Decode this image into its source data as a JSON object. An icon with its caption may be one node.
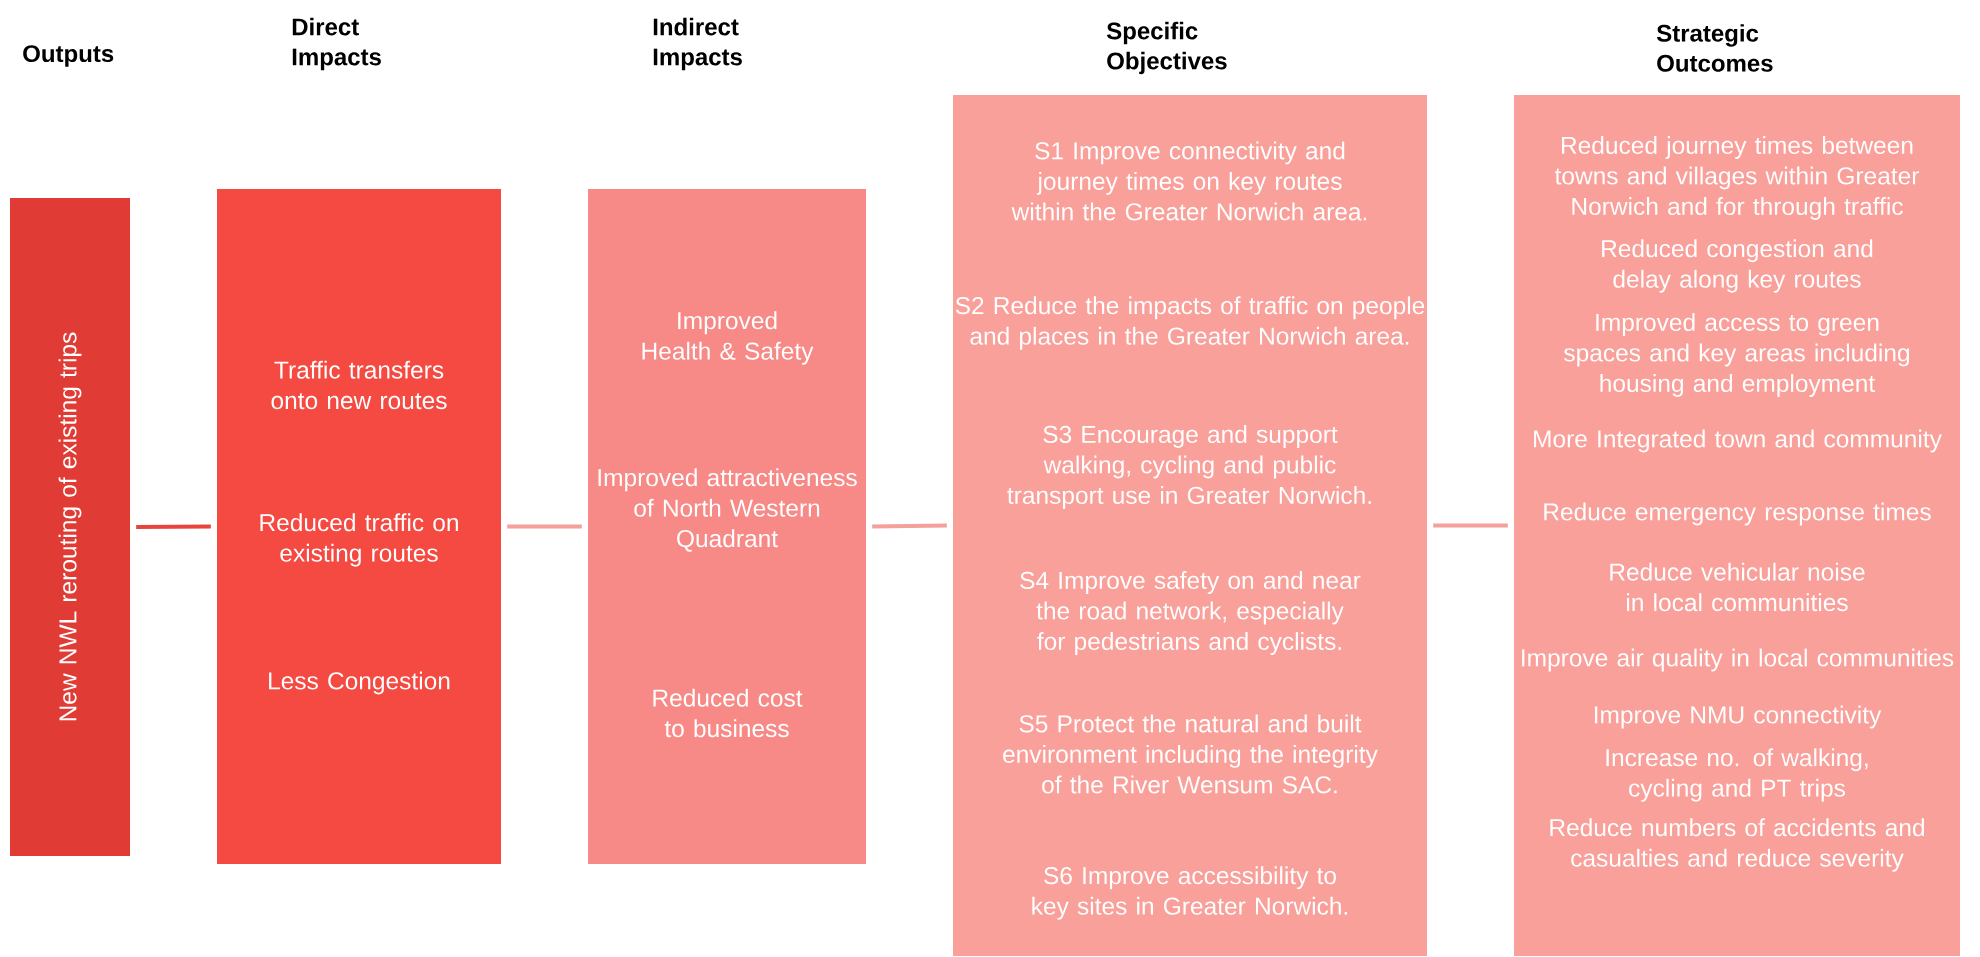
{
  "diagram": {
    "nodes": [
      {
        "text": [
          "New NWL rerouting of existing trips"
        ]
      },
      {
        "text": [
          "Traffic transfers onto new routes",
          "Reduced traffic on existing routes",
          "Less Congestion"
        ]
      },
      {
        "text": [
          "Improved Health & Safety",
          "Improved attractiveness of North Western Quadrant",
          "Reduced cost to business"
        ]
      },
      {
        "text": [
          "S1 Improve connectivity and journey times on key routes within the Greater Norwich area.",
          "S2 Reduce the impacts of traffic on people and places in the Greater Norwich area.",
          "S3 Encourage and support walking, cycling and public transport use in Greater Norwich.",
          "S4 Improve safety on and near the road network, especially for pedestrians and cyclists.",
          "S5 Protect the natural and built environment including the integrity of the River Wensum SAC.",
          "S6 Improve accessibility to key sites in Greater Norwich."
        ]
      },
      {
        "text": [
          "Reduced journey times between towns and villages within Greater Norwich and for through traffic",
          "Reduced congestion and delay along key routes",
          "Improved access to green spaces and key areas including housing and employment",
          "More Integrated town and community",
          "Reduce emergency response times",
          "Reduce vehicular noise in local communities",
          "Improve air quality in local communities",
          "Improve NMU connectivity",
          "Increase no. of walking, cycling and PT trips",
          "Reduce numbers of accidents and casualties and reduce severity"
        ]
      }
    ],
    "edges": [
      {
        "from": 0,
        "to": 1,
        "arrow": "none",
        "color": "#e8443e"
      },
      {
        "from": 1,
        "to": 2,
        "arrow": "none"
      },
      {
        "from": 2,
        "to": 3,
        "arrow": "none"
      },
      {
        "from": 3,
        "to": 4,
        "arrow": "none"
      }
    ],
    "labels": [
      "Outputs",
      "Direct Impacts",
      "Indirect Impacts",
      "Specific Objectives",
      "Strategic Outcomes"
    ]
  }
}
